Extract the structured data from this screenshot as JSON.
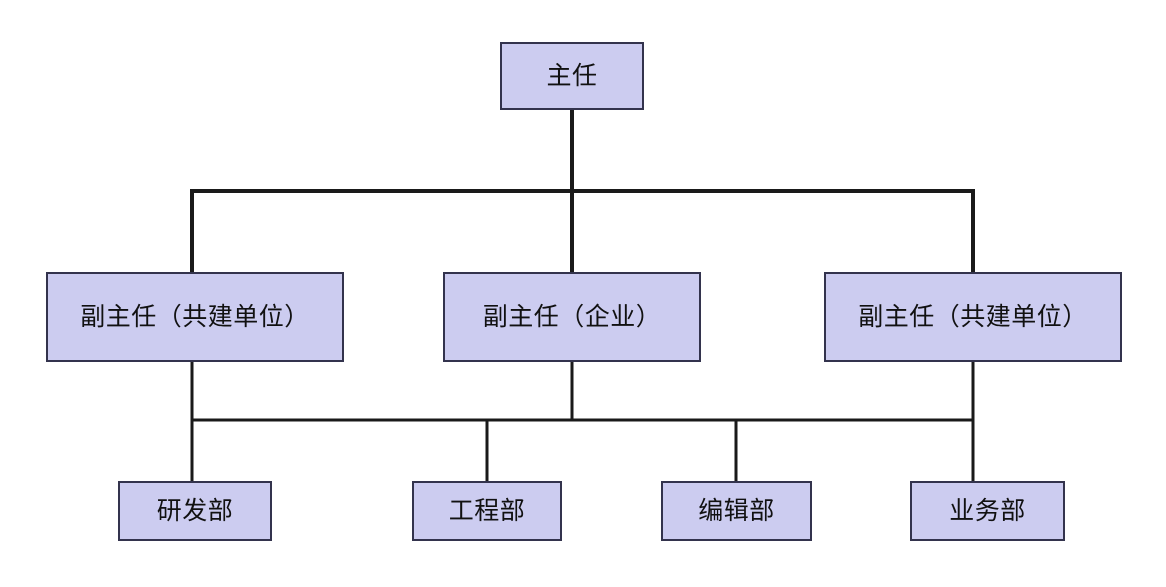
{
  "diagram": {
    "type": "organizational-chart",
    "title_text_present": false,
    "background_color": "#ffffff",
    "node_fill_color": "#ccccf0",
    "node_border_color": "#33334d",
    "connector_color": "#1a1a1a",
    "text_color": "#111111",
    "levels": [
      {
        "level": 1,
        "nodes": [
          {
            "id": "n1",
            "label": "主任"
          }
        ]
      },
      {
        "level": 2,
        "nodes": [
          {
            "id": "n2",
            "label": "副主任（共建单位）"
          },
          {
            "id": "n3",
            "label": "副主任（企业）"
          },
          {
            "id": "n4",
            "label": "副主任（共建单位）"
          }
        ]
      },
      {
        "level": 3,
        "nodes": [
          {
            "id": "n5",
            "label": "研发部"
          },
          {
            "id": "n6",
            "label": "工程部"
          },
          {
            "id": "n7",
            "label": "编辑部"
          },
          {
            "id": "n8",
            "label": "业务部"
          }
        ]
      }
    ],
    "edges": [
      {
        "from": "n1",
        "to": "n2"
      },
      {
        "from": "n1",
        "to": "n3"
      },
      {
        "from": "n1",
        "to": "n4"
      },
      {
        "from": "n2",
        "to": "n5"
      },
      {
        "from": "n2",
        "to": "n6"
      },
      {
        "from": "n2",
        "to": "n7"
      },
      {
        "from": "n2",
        "to": "n8"
      },
      {
        "from": "n4",
        "to": "n5"
      },
      {
        "from": "n4",
        "to": "n6"
      },
      {
        "from": "n4",
        "to": "n7"
      },
      {
        "from": "n4",
        "to": "n8"
      }
    ]
  }
}
